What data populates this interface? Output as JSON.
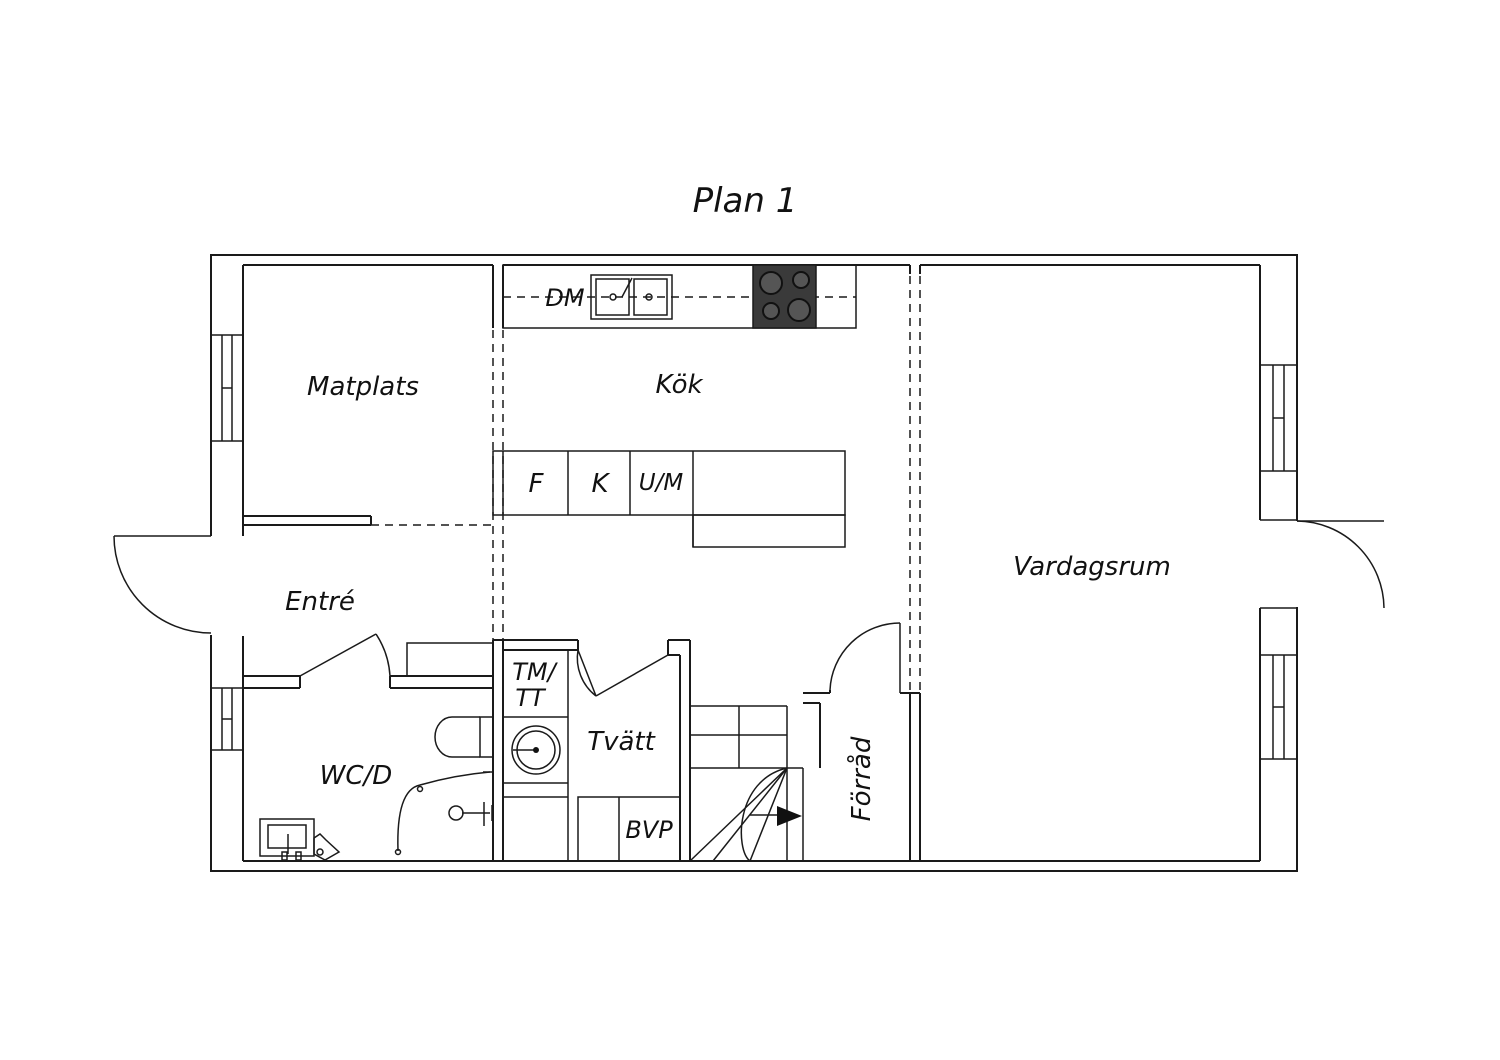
{
  "title": "Plan 1",
  "rooms": {
    "matplats": "Matplats",
    "kok": "Kök",
    "entre": "Entré",
    "vardagsrum": "Vardagsrum",
    "wc": "WC/D",
    "tvatt": "Tvätt",
    "forrad": "Förråd"
  },
  "fixtures": {
    "dm": "DM",
    "f": "F",
    "k": "K",
    "um": "U/M",
    "tm_line1": "TM/",
    "tm_line2": "TT",
    "bvp": "BVP"
  },
  "colors": {
    "line": "#1a1a1a",
    "stove": "#3a3a3a"
  }
}
